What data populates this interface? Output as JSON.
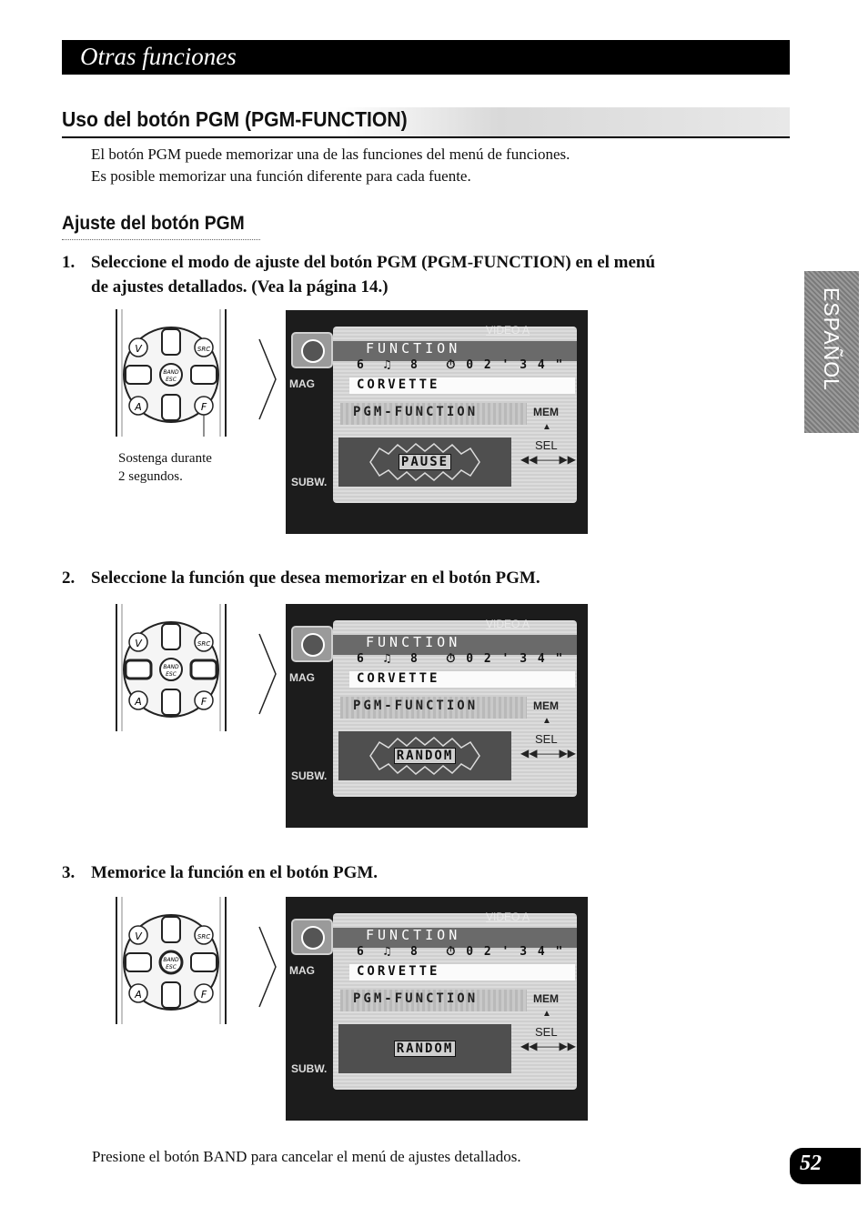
{
  "header": {
    "section_title": "Otras funciones"
  },
  "heading": "Uso del botón PGM (PGM-FUNCTION)",
  "intro": [
    "El botón PGM puede memorizar una de las funciones del menú de funciones.",
    "Es posible memorizar una función diferente para cada fuente."
  ],
  "subheading": "Ajuste del botón PGM",
  "steps": [
    {
      "num": "1.",
      "text_line1": "Seleccione el modo de ajuste del botón PGM (PGM-FUNCTION) en el menú",
      "text_line2": "de ajustes detallados. (Vea la página 14.)"
    },
    {
      "num": "2.",
      "text_line1": "Seleccione la función que desea memorizar en el botón PGM."
    },
    {
      "num": "3.",
      "text_line1": "Memorice la función en el botón PGM."
    }
  ],
  "caption": {
    "line1": "Sostenga durante",
    "line2": "2 segundos."
  },
  "remote": {
    "v": "V",
    "src": "SRC",
    "band": "BAND",
    "esc": "ESC",
    "a": "A",
    "f": "F"
  },
  "screens": [
    {
      "video": "VIDEO A",
      "title": "FUNCTION",
      "info": "6  ♫  8   ⏱ 0 2 ' 3 4 \"",
      "mag": "MAG",
      "cd": "CORVETTE",
      "pgm": "PGM-FUNCTION",
      "mem": "MEM",
      "up": "▲",
      "sel": "SEL",
      "nav": "◀◀——▶▶",
      "subw": "SUBW.",
      "state": "PAUSE"
    },
    {
      "video": "VIDEO A",
      "title": "FUNCTION",
      "info": "6  ♫  8   ⏱ 0 2 ' 3 4 \"",
      "mag": "MAG",
      "cd": "CORVETTE",
      "pgm": "PGM-FUNCTION",
      "mem": "MEM",
      "up": "▲",
      "sel": "SEL",
      "nav": "◀◀——▶▶",
      "subw": "SUBW.",
      "state": "RANDOM"
    },
    {
      "video": "VIDEO A",
      "title": "FUNCTION",
      "info": "6  ♫  8   ⏱ 0 2 ' 3 4 \"",
      "mag": "MAG",
      "cd": "CORVETTE",
      "pgm": "PGM-FUNCTION",
      "mem": "MEM",
      "up": "▲",
      "sel": "SEL",
      "nav": "◀◀——▶▶",
      "subw": "SUBW.",
      "state": "RANDOM"
    }
  ],
  "side_tab": "ESPAÑOL",
  "footer": "Presione el botón BAND para cancelar el menú de ajustes detallados.",
  "page_number": "52",
  "colors": {
    "bar": "#000000",
    "screen_bg": "#1c1c1c",
    "tab": "#8a8a8a"
  }
}
